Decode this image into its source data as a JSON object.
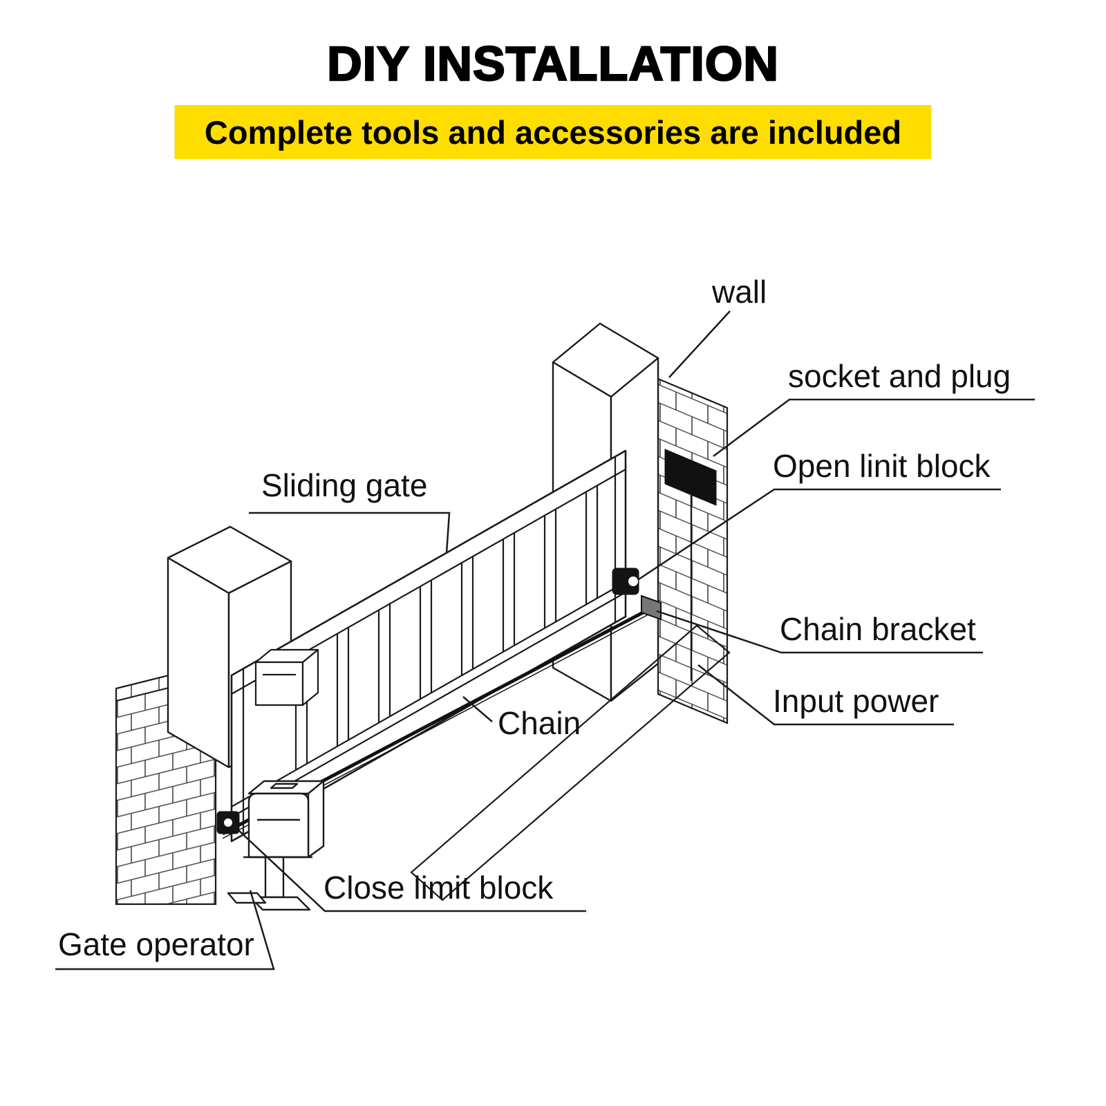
{
  "title": "DIY INSTALLATION",
  "banner": {
    "text": "Complete tools and accessories are included",
    "bg": "#FFDD00"
  },
  "labels": {
    "wall": "wall",
    "socket_and_plug": "socket and plug",
    "open_limit_block": "Open linit block",
    "chain_bracket": "Chain bracket",
    "input_power": "Input power",
    "sliding_gate": "Sliding gate",
    "chain": "Chain",
    "close_limit_block": "Close limit block",
    "gate_operator": "Gate operator"
  },
  "colors": {
    "ink": "#1a1a1a",
    "banner_bg": "#FFDD00",
    "block_fill": "#141414"
  }
}
